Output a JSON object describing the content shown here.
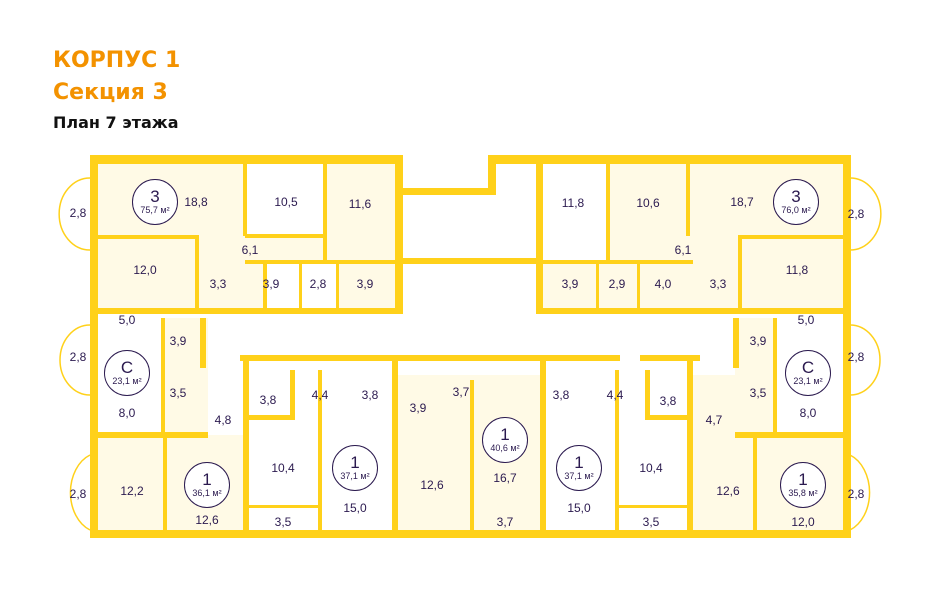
{
  "header": {
    "building": "КОРПУС 1",
    "section": "Секция 3",
    "floor_plan": "План 7 этажа"
  },
  "colors": {
    "wall": "#FFD11A",
    "room": "#FFFAE6",
    "title": "#F39200",
    "text": "#2B1A4F"
  },
  "apartments": [
    {
      "rooms": "3",
      "area": "75,7 м²"
    },
    {
      "rooms": "3",
      "area": "76,0 м²"
    },
    {
      "rooms": "С",
      "area": "23,1 м²"
    },
    {
      "rooms": "С",
      "area": "23,1 м²"
    },
    {
      "rooms": "1",
      "area": "36,1 м²"
    },
    {
      "rooms": "1",
      "area": "37,1 м²"
    },
    {
      "rooms": "1",
      "area": "40,6 м²"
    },
    {
      "rooms": "1",
      "area": "37,1 м²"
    },
    {
      "rooms": "1",
      "area": "35,8 м²"
    }
  ],
  "room_areas": [
    "18,8",
    "10,5",
    "11,6",
    "6,1",
    "12,0",
    "3,3",
    "3,9",
    "2,8",
    "3,9",
    "2,8",
    "11,8",
    "10,6",
    "18,7",
    "2,8",
    "6,1",
    "11,8",
    "3,9",
    "2,9",
    "4,0",
    "3,3",
    "5,0",
    "3,9",
    "2,8",
    "3,5",
    "8,0",
    "5,0",
    "3,9",
    "2,8",
    "3,5",
    "8,0",
    "4,8",
    "2,8",
    "12,2",
    "12,6",
    "3,8",
    "4,4",
    "3,8",
    "10,4",
    "3,5",
    "15,0",
    "3,9",
    "3,7",
    "16,7",
    "12,6",
    "3,7",
    "3,8",
    "4,4",
    "3,8",
    "15,0",
    "10,4",
    "3,5",
    "4,7",
    "12,6",
    "12,0",
    "2,8"
  ]
}
